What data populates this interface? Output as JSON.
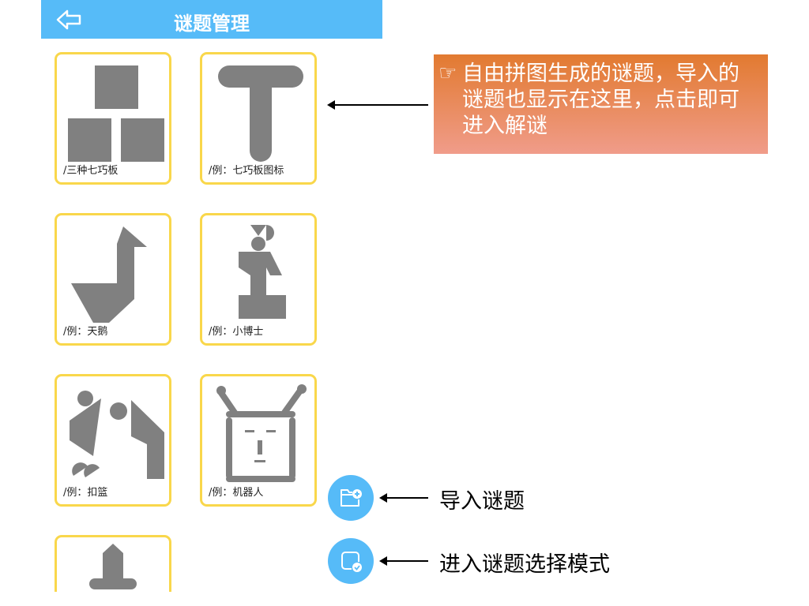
{
  "header": {
    "title": "谜题管理",
    "back_icon": "arrow-left-icon"
  },
  "puzzles": [
    {
      "label": "/三种七巧板"
    },
    {
      "label": "/例：七巧板图标"
    },
    {
      "label": "/例：天鹅"
    },
    {
      "label": "/例：小博士"
    },
    {
      "label": "/例：扣篮"
    },
    {
      "label": "/例：机器人"
    },
    {
      "label": ""
    }
  ],
  "callout": {
    "icon": "☞",
    "text": "自由拼图生成的谜题，导入的谜题也显示在这里，点击即可进入解谜"
  },
  "actions": {
    "import_label": "导入谜题",
    "select_label": "进入谜题选择模式"
  },
  "colors": {
    "header": "#56bbf8",
    "card_border": "#f9d74b",
    "shape": "#808080"
  }
}
